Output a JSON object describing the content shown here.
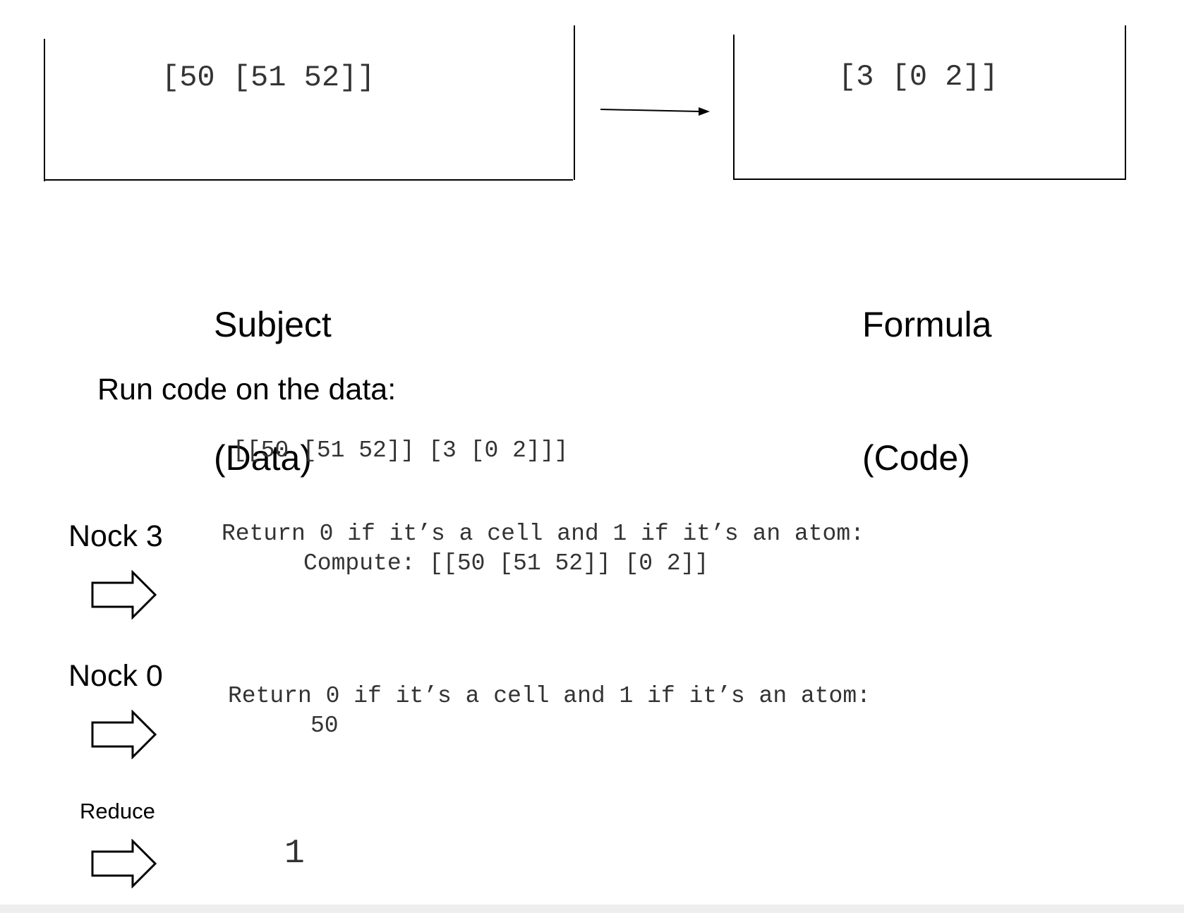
{
  "subject_box": {
    "code": "[50 [51 52]]"
  },
  "formula_box": {
    "code": "[3 [0 2]]"
  },
  "subject_label": {
    "line1": "Subject",
    "line2": "(Data)"
  },
  "formula_label": {
    "line1": "Formula",
    "line2": "(Code)"
  },
  "run_heading": "Run code on the data:",
  "combined_expression": "[[50 [51 52]] [3 [0 2]]]",
  "steps": [
    {
      "label": "Nock 3",
      "line1": "Return 0 if it’s a cell and 1 if it’s an atom:",
      "line2": "Compute: [[50 [51 52]] [0 2]]"
    },
    {
      "label": "Nock 0",
      "line1": "Return 0 if it’s a cell and 1 if it’s an atom:",
      "line2": "50"
    },
    {
      "label": "Reduce",
      "result": "1"
    }
  ],
  "icons": [
    "right-arrow-icon",
    "hollow-arrow-icon"
  ]
}
